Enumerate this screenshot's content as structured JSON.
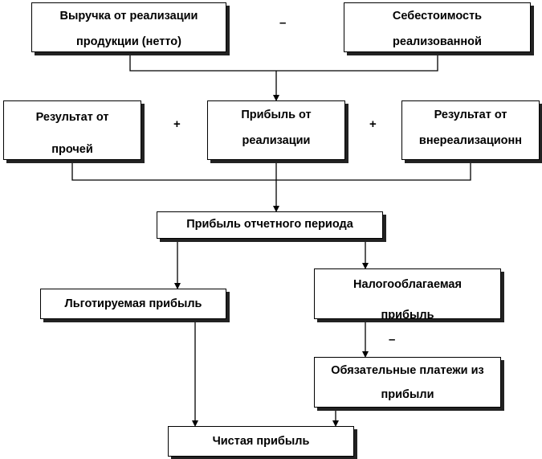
{
  "boxes": {
    "revenue": [
      "Выручка от реализации",
      "продукции (нетто)"
    ],
    "cost": [
      "Себестоимость",
      "реализованной"
    ],
    "other_result": [
      "Результат от",
      "прочей"
    ],
    "sales_profit": [
      "Прибыль от",
      "реализации"
    ],
    "nonop_result": [
      "Результат от",
      "внереализационн"
    ],
    "period_profit": "Прибыль отчетного периода",
    "privileged_profit": "Льготируемая прибыль",
    "taxable_profit": [
      "Налогооблагаемая",
      "прибыль"
    ],
    "mandatory_payments": [
      "Обязательные платежи из",
      "прибыли"
    ],
    "net_profit": "Чистая прибыль"
  },
  "operators": {
    "minus_top": "–",
    "plus_left": "+",
    "plus_right": "+",
    "minus_bottom": "–"
  }
}
